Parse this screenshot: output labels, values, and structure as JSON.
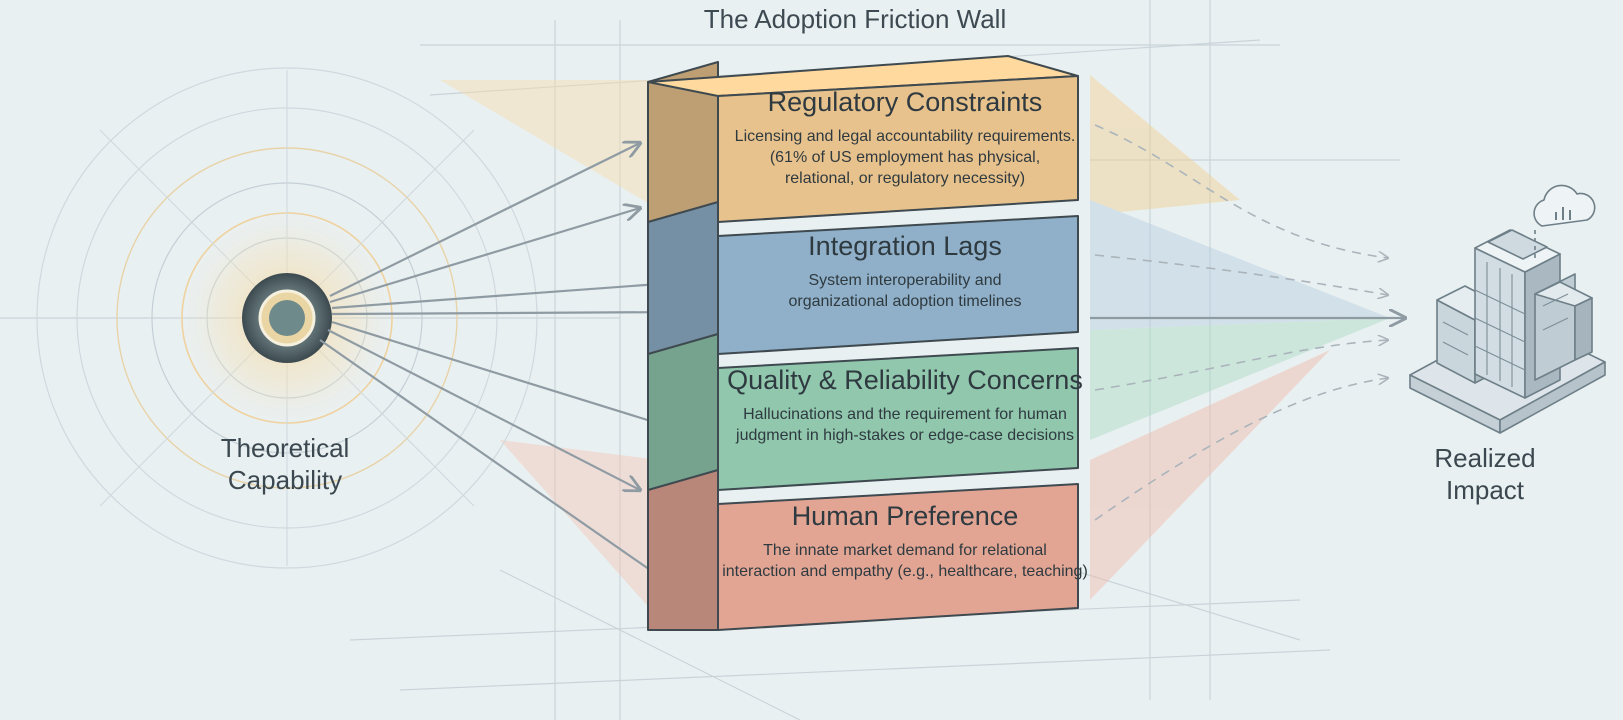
{
  "title": "The Adoption Friction Wall",
  "left_label": {
    "line1": "Theoretical",
    "line2": "Capability"
  },
  "right_label": {
    "line1": "Realized",
    "line2": "Impact"
  },
  "blocks": [
    {
      "title": "Regulatory Constraints",
      "desc": [
        "Licensing and legal accountability requirements.",
        "(61% of US employment has physical,",
        "relational, or regulatory necessity)"
      ],
      "color": "#e8c28c"
    },
    {
      "title": "Integration Lags",
      "desc": [
        "System interoperability and",
        "organizational adoption timelines"
      ],
      "color": "#8fb0c8"
    },
    {
      "title": "Quality & Reliability Concerns",
      "desc": [
        "Hallucinations and the requirement for human",
        "judgment in high-stakes or edge-case decisions"
      ],
      "color": "#90c7ad"
    },
    {
      "title": "Human Preference",
      "desc": [
        "The innate market demand for relational",
        "interaction and empathy (e.g., healthcare, teaching)"
      ],
      "color": "#e2a593"
    }
  ]
}
